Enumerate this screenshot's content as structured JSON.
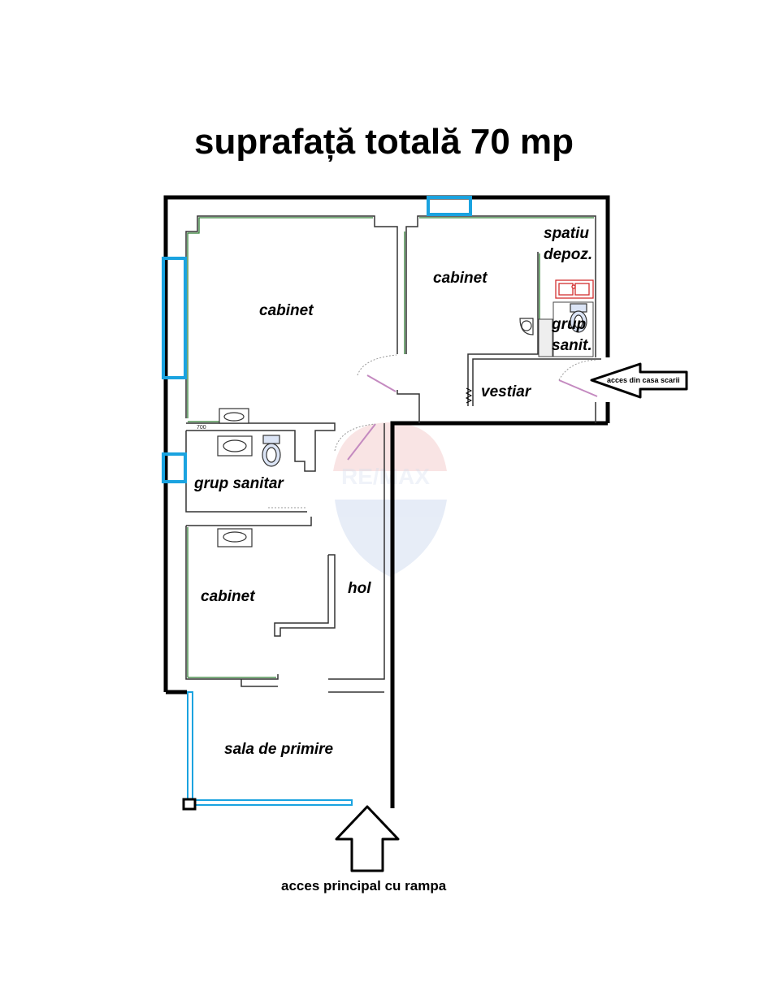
{
  "title": "suprafață totală 70 mp",
  "rooms": {
    "cabinet_left": "cabinet",
    "cabinet_right": "cabinet",
    "cabinet_bottom": "cabinet",
    "storage_line1": "spatiu",
    "storage_line2": "depoz.",
    "wc_small_line1": "grup",
    "wc_small_line2": "sanit.",
    "cloakroom": "vestiar",
    "wc_main": "grup sanitar",
    "hall": "hol",
    "reception": "sala de primire"
  },
  "dimension_label": "700",
  "access": {
    "stairs": "acces din casa scarii",
    "main": "acces principal cu rampa"
  },
  "watermark": "RE/MAX",
  "colors": {
    "wall": "#000000",
    "window": "#1aa3e0",
    "inner_wall": "#2e7d32",
    "door": "#c48ac0",
    "sink_red": "#d32f2f"
  }
}
